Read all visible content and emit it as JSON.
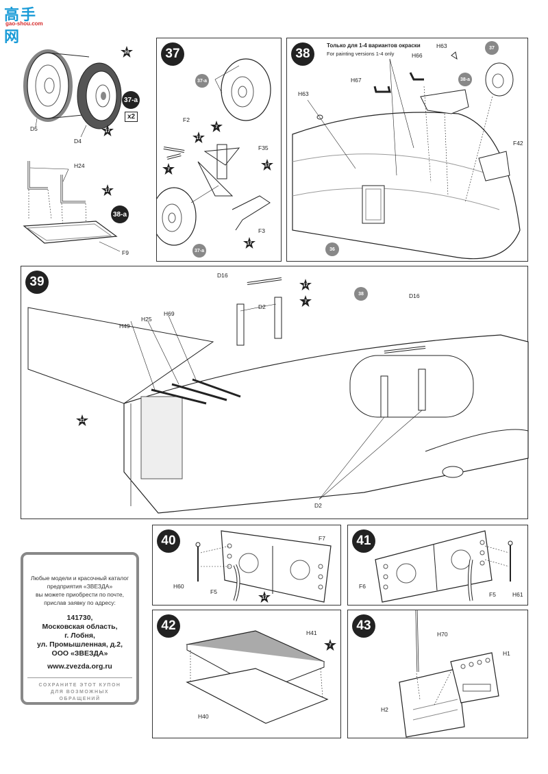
{
  "watermark": {
    "site_name": "高手网",
    "url": "gao-shou.com"
  },
  "step37a_sub": {
    "labels": {
      "d5": "D5",
      "d4": "D4",
      "h24": "H24",
      "f9": "F9"
    },
    "paint": {
      "tire": "20",
      "hub": "17",
      "strut": "17"
    },
    "badge": "37-a",
    "badge2": "38-a",
    "multiplier": "x2"
  },
  "step37": {
    "number": "37",
    "labels": {
      "f2": "F2",
      "f35": "F35",
      "f3": "F3"
    },
    "paint": {
      "a": "7",
      "b": "17",
      "c": "7",
      "d": "17",
      "e": "17"
    },
    "wheel_ref_top": "37-a",
    "wheel_ref_bottom": "37-a"
  },
  "step38": {
    "number": "38",
    "note_ru": "Только для 1-4 вариантов окраски",
    "note_en": "For painting versions 1-4 only",
    "labels": {
      "h63a": "H63",
      "h63b": "H63",
      "h66": "H66",
      "h67": "H67",
      "f42": "F42"
    },
    "ref_37": "37",
    "ref_38a": "38-a",
    "ref_36": "36"
  },
  "step39": {
    "number": "39",
    "labels": {
      "d16a": "D16",
      "d16b": "D16",
      "d2a": "D2",
      "d2b": "D2",
      "h49": "H49",
      "h25": "H25",
      "h69": "H69"
    },
    "paint": {
      "a": "17",
      "b": "7",
      "c": "21"
    },
    "ref_38": "38"
  },
  "step40": {
    "number": "40",
    "labels": {
      "f7": "F7",
      "h60": "H60",
      "f5": "F5"
    },
    "paint": {
      "a": "17"
    }
  },
  "step41": {
    "number": "41",
    "labels": {
      "f6": "F6",
      "f5": "F5",
      "h61": "H61"
    }
  },
  "step42": {
    "number": "42",
    "labels": {
      "h41": "H41",
      "h40": "H40"
    },
    "paint": {
      "a": "7"
    }
  },
  "step43": {
    "number": "43",
    "labels": {
      "h70": "H70",
      "h1": "H1",
      "h2": "H2"
    }
  },
  "coupon": {
    "intro": [
      "Любые модели и красочный каталог",
      "предприятия «ЗВЕЗДА»",
      "вы можете приобрести по почте,",
      "прислав заявку по адресу:"
    ],
    "address": [
      "141730,",
      "Московская область,",
      "г. Лобня,",
      "ул. Промышленная, д.2,",
      "ООО «ЗВЕЗДА»"
    ],
    "website": "www.zvezda.org.ru",
    "keep_notice": [
      "СОХРАНИТЕ ЭТОТ КУПОН",
      "ДЛЯ ВОЗМОЖНЫХ",
      "ОБРАЩЕНИЙ"
    ]
  },
  "colors": {
    "step_badge": "#222222",
    "ref_badge": "#888888",
    "logo": "#1a9bd7",
    "logo_url": "#d62a2a"
  }
}
